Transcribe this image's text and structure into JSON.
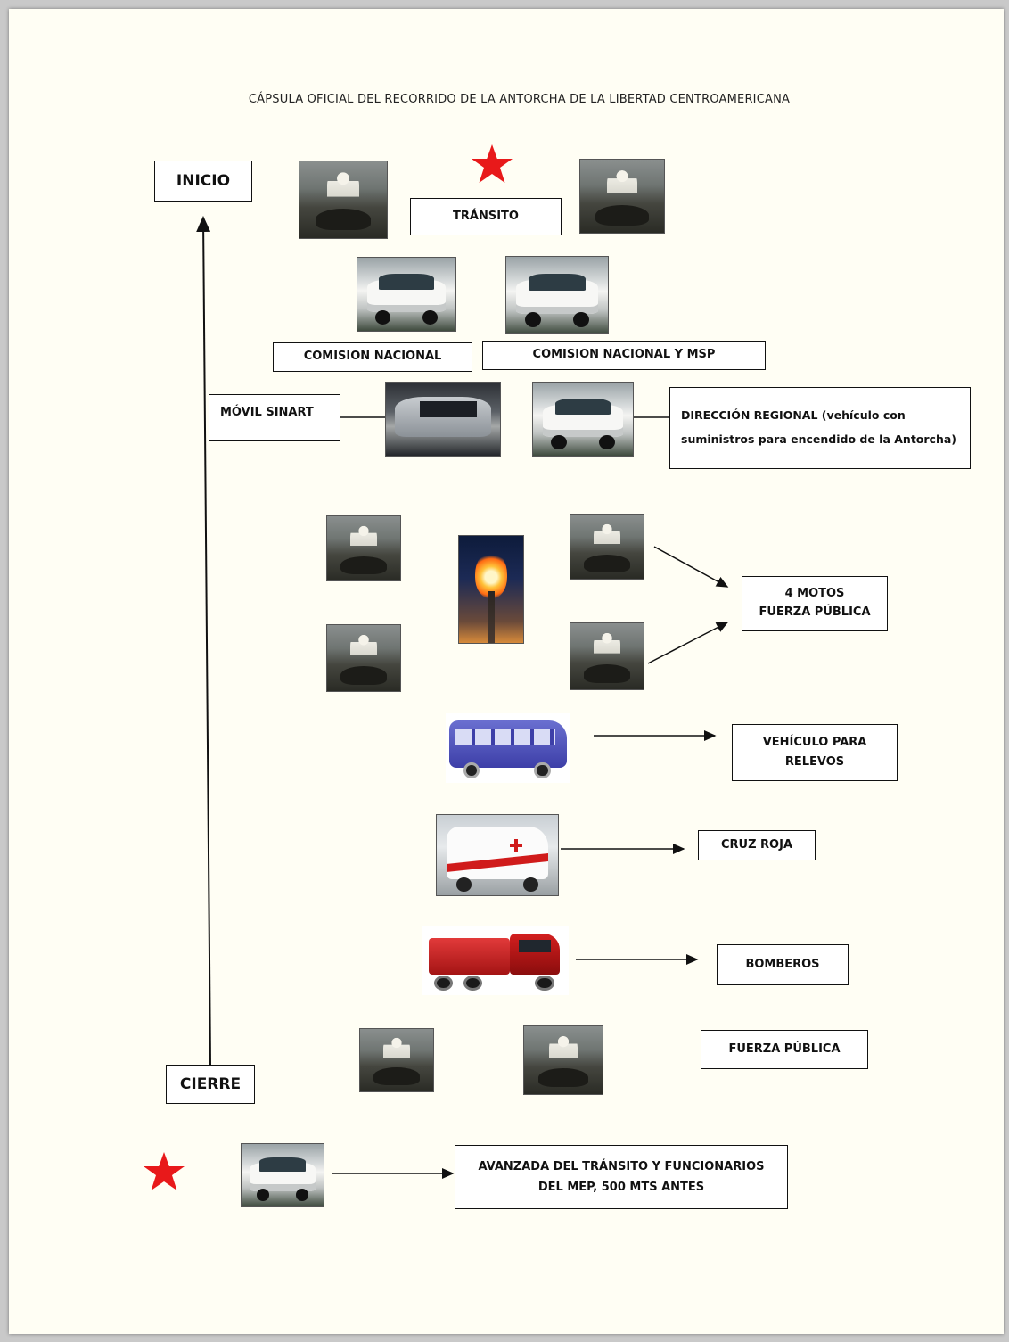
{
  "title": "CÁPSULA OFICIAL DEL RECORRIDO DE LA ANTORCHA DE LA LIBERTAD CENTROAMERICANA",
  "labels": {
    "inicio": "INICIO",
    "transito": "TRÁNSITO",
    "comision_nacional": "COMISION NACIONAL",
    "comision_nacional_msp": "COMISION NACIONAL Y MSP",
    "movil_sinart": "MÓVIL SINART",
    "direccion_regional": "DIRECCIÓN REGIONAL (vehículo con suministros para encendido de la Antorcha)",
    "motos_line1": "4 MOTOS",
    "motos_line2": "FUERZA PÚBLICA",
    "relevos_line1": "VEHÍCULO PARA",
    "relevos_line2": "RELEVOS",
    "cruz_roja": "CRUZ ROJA",
    "bomberos": "BOMBEROS",
    "fuerza_publica": "FUERZA PÚBLICA",
    "cierre": "CIERRE",
    "avanzada_line1": "AVANZADA DEL TRÁNSITO Y FUNCIONARIOS",
    "avanzada_line2": "DEL MEP, 500 MTS ANTES"
  },
  "icons": {
    "star": "red-star-icon",
    "motorcycle": "motorcycle-officer-photo",
    "pickup": "white-pickup-photo",
    "van": "sinart-van-photo",
    "torch": "torch-photo",
    "bus": "bus-photo",
    "ambulance": "ambulance-photo",
    "fire_truck": "fire-truck-photo"
  },
  "colors": {
    "star": "#e8191a",
    "page": "#fffef4",
    "border": "#111111"
  }
}
